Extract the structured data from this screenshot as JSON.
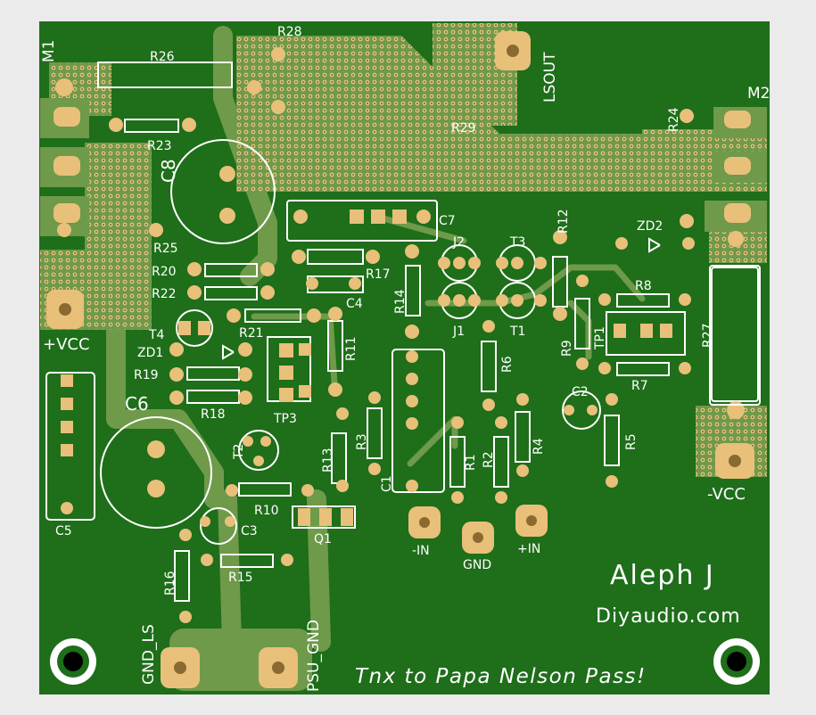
{
  "board": {
    "title": "Aleph J",
    "website": "Diyaudio.com",
    "thanks": "Tnx to Papa Nelson Pass!"
  },
  "colors": {
    "pcb": "#1e6e1a",
    "copper": "#6e9a4a",
    "pad": "#e8c07a",
    "silk": "#ffffff",
    "background": "#ebebeb"
  },
  "labels": {
    "M1": "M1",
    "M2": "M2",
    "LSOUT": "LSOUT",
    "VCCp": "+VCC",
    "VCCn": "-VCC",
    "GND_LS": "GND_LS",
    "PSU_GND": "PSU_GND",
    "IN_neg": "-IN",
    "GND": "GND",
    "IN_pos": "+IN"
  },
  "parts": {
    "R1": "R1",
    "R2": "R2",
    "R3": "R3",
    "R4": "R4",
    "R5": "R5",
    "R6": "R6",
    "R7": "R7",
    "R8": "R8",
    "R9": "R9",
    "R10": "R10",
    "R11": "R11",
    "R12": "R12",
    "R13": "R13",
    "R14": "R14",
    "R15": "R15",
    "R16": "R16",
    "R17": "R17",
    "R18": "R18",
    "R19": "R19",
    "R20": "R20",
    "R21": "R21",
    "R22": "R22",
    "R23": "R23",
    "R24": "R24",
    "R25": "R25",
    "R26": "R26",
    "R27": "R27",
    "R28": "R28",
    "R29": "R29",
    "C1": "C1",
    "C2": "C2",
    "C3": "C3",
    "C4": "C4",
    "C5": "C5",
    "C6": "C6",
    "C7": "C7",
    "C8": "C8",
    "T1": "T1",
    "T2": "T2",
    "T3": "T3",
    "T4": "T4",
    "J1": "J1",
    "J2": "J2",
    "Q1": "Q1",
    "ZD1": "ZD1",
    "ZD2": "ZD2",
    "TP1": "TP1",
    "TP3": "TP3"
  }
}
